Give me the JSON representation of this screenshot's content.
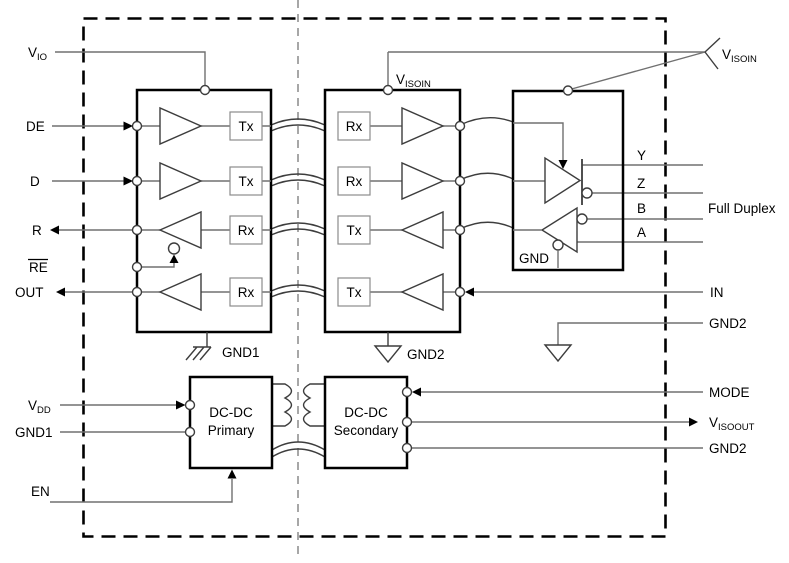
{
  "colors": {
    "background": "#ffffff",
    "wire": "#707070",
    "component_stroke": "#3d3d3d",
    "block_border": "#000000",
    "package_dash": "#000000",
    "isolation_dash": "#8a8a8a",
    "text": "#000000"
  },
  "labels": {
    "left_pins": {
      "vio_base": "V",
      "vio_sub": "IO",
      "de": "DE",
      "d": "D",
      "r": "R",
      "re": "RE",
      "out": "OUT",
      "vdd_base": "V",
      "vdd_sub": "DD",
      "gnd1": "GND1",
      "en": "EN"
    },
    "right_pins": {
      "visoin_base": "V",
      "visoin_sub": "ISOIN",
      "y": "Y",
      "z": "Z",
      "b": "B",
      "a": "A",
      "full_duplex": "Full Duplex",
      "in": "IN",
      "gnd2": "GND2",
      "mode": "MODE",
      "visoout_base": "V",
      "visoout_sub": "ISOOUT"
    },
    "channels": {
      "tx": "Tx",
      "rx": "Rx"
    },
    "grounds": {
      "gnd": "GND",
      "gnd1": "GND1",
      "gnd2": "GND2"
    },
    "dcdc": {
      "name": "DC-DC",
      "primary": "Primary",
      "secondary": "Secondary"
    }
  }
}
